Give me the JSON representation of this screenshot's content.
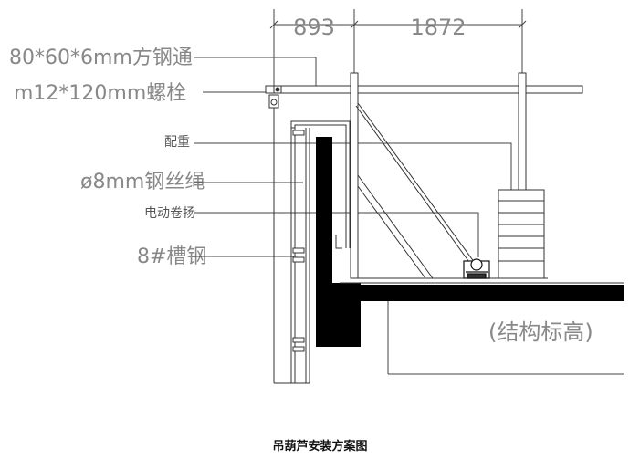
{
  "dimensions": {
    "left": "893",
    "right": "1872"
  },
  "labels": {
    "steel_tube": "80*60*6mm方钢通",
    "bolt": "m12*120mm螺栓",
    "counterweight": "配重",
    "wire_rope": "ø8mm钢丝绳",
    "winch": "电动卷扬",
    "channel_steel": "8#槽钢",
    "structure_level": "(结构标高)"
  },
  "caption": "吊葫芦安装方案图"
}
